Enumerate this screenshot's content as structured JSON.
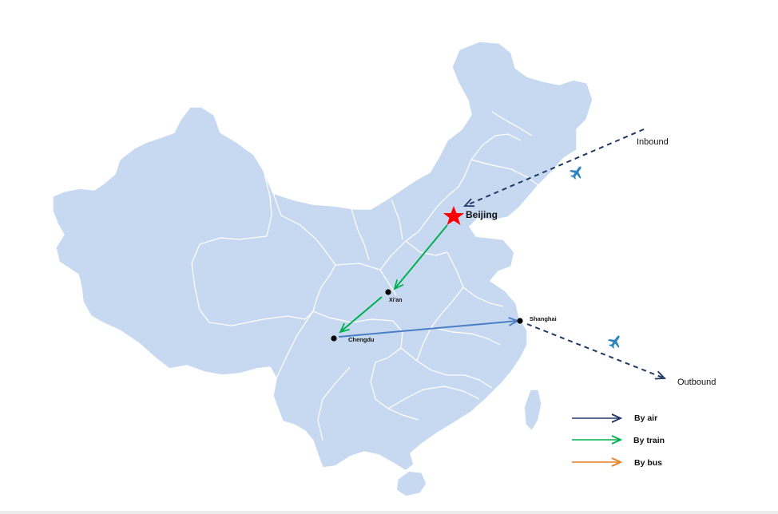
{
  "map": {
    "land_color": "#c7d9f0",
    "border_color": "#ffffff"
  },
  "cities": {
    "beijing": "Beijing",
    "xian": "Xi'an",
    "chengdu": "Chengdu",
    "shanghai": "Shanghai"
  },
  "flows": {
    "inbound": "Inbound",
    "outbound": "Outbound"
  },
  "legend": {
    "air": "By air",
    "train": "By train",
    "bus": "By bus"
  },
  "colors": {
    "air": "#1f3864",
    "train": "#00b050",
    "bus": "#e67e22",
    "route_blue": "#4a7ec5",
    "star": "#ff0000",
    "plane_icon": "#2e86c1"
  },
  "icons": [
    "airplane-icon",
    "star-icon"
  ]
}
